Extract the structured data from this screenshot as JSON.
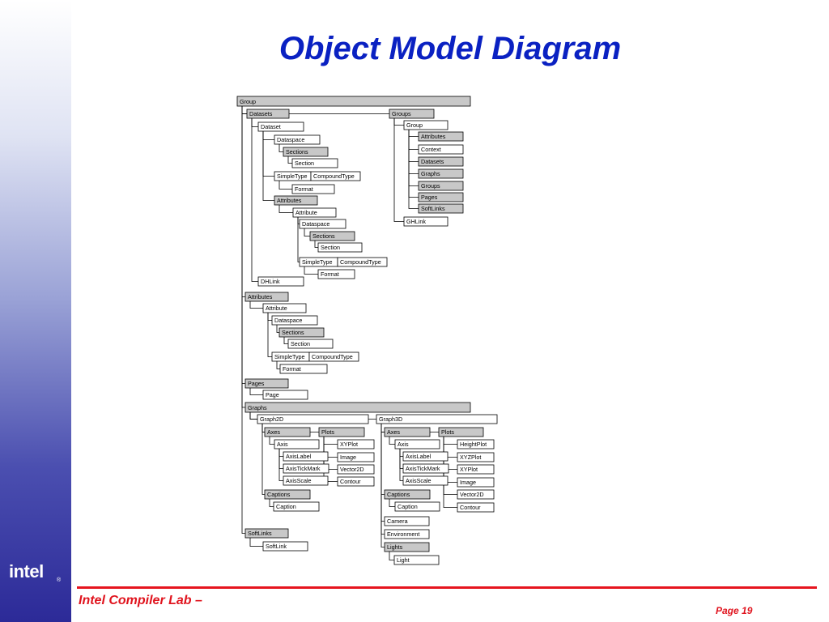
{
  "slide": {
    "title": "Object Model Diagram",
    "footer_left": "Intel Compiler Lab –",
    "footer_right": "Page 19",
    "logo": "intel",
    "logo_reg": "®"
  },
  "colors": {
    "title": "#0a21c2",
    "footer": "#e0141e",
    "group_fill": "#c8c8c8",
    "object_fill": "#ffffff"
  },
  "diagram": {
    "nodes": [
      {
        "id": "n0",
        "label": "Group",
        "kind": "group"
      },
      {
        "id": "n1",
        "label": "Datasets",
        "kind": "group"
      },
      {
        "id": "n2",
        "label": "Dataset",
        "kind": "object"
      },
      {
        "id": "n3",
        "label": "Dataspace",
        "kind": "object"
      },
      {
        "id": "n4",
        "label": "Sections",
        "kind": "group"
      },
      {
        "id": "n5",
        "label": "Section",
        "kind": "object"
      },
      {
        "id": "n6",
        "label": "SimpleType",
        "kind": "object"
      },
      {
        "id": "n7",
        "label": "CompoundType",
        "kind": "object"
      },
      {
        "id": "n8",
        "label": "Format",
        "kind": "object"
      },
      {
        "id": "n9",
        "label": "Attributes",
        "kind": "group"
      },
      {
        "id": "n10",
        "label": "Attribute",
        "kind": "object"
      },
      {
        "id": "n11",
        "label": "Dataspace",
        "kind": "object"
      },
      {
        "id": "n12",
        "label": "Sections",
        "kind": "group"
      },
      {
        "id": "n13",
        "label": "Section",
        "kind": "object"
      },
      {
        "id": "n14",
        "label": "SimpleType",
        "kind": "object"
      },
      {
        "id": "n15",
        "label": "CompoundType",
        "kind": "object"
      },
      {
        "id": "n16",
        "label": "Format",
        "kind": "object"
      },
      {
        "id": "n17",
        "label": "DHLink",
        "kind": "object"
      },
      {
        "id": "n18",
        "label": "Groups",
        "kind": "group"
      },
      {
        "id": "n19",
        "label": "Group",
        "kind": "object"
      },
      {
        "id": "n20",
        "label": "Attributes",
        "kind": "group"
      },
      {
        "id": "n21",
        "label": "Context",
        "kind": "object"
      },
      {
        "id": "n22",
        "label": "Datasets",
        "kind": "group"
      },
      {
        "id": "n23",
        "label": "Graphs",
        "kind": "group"
      },
      {
        "id": "n24",
        "label": "Groups",
        "kind": "group"
      },
      {
        "id": "n25",
        "label": "Pages",
        "kind": "group"
      },
      {
        "id": "n26",
        "label": "SoftLinks",
        "kind": "group"
      },
      {
        "id": "n27",
        "label": "GHLink",
        "kind": "object"
      },
      {
        "id": "n28",
        "label": "Attributes",
        "kind": "group"
      },
      {
        "id": "n29",
        "label": "Attribute",
        "kind": "object"
      },
      {
        "id": "n30",
        "label": "Dataspace",
        "kind": "object"
      },
      {
        "id": "n31",
        "label": "Sections",
        "kind": "group"
      },
      {
        "id": "n32",
        "label": "Section",
        "kind": "object"
      },
      {
        "id": "n33",
        "label": "SimpleType",
        "kind": "object"
      },
      {
        "id": "n34",
        "label": "CompoundType",
        "kind": "object"
      },
      {
        "id": "n35",
        "label": "Format",
        "kind": "object"
      },
      {
        "id": "n36",
        "label": "Pages",
        "kind": "group"
      },
      {
        "id": "n37",
        "label": "Page",
        "kind": "object"
      },
      {
        "id": "n38",
        "label": "Graphs",
        "kind": "group"
      },
      {
        "id": "n39",
        "label": "Graph2D",
        "kind": "object"
      },
      {
        "id": "n40",
        "label": "Axes",
        "kind": "group"
      },
      {
        "id": "n41",
        "label": "Axis",
        "kind": "object"
      },
      {
        "id": "n42",
        "label": "AxisLabel",
        "kind": "object"
      },
      {
        "id": "n43",
        "label": "AxisTickMark",
        "kind": "object"
      },
      {
        "id": "n44",
        "label": "AxisScale",
        "kind": "object"
      },
      {
        "id": "n45",
        "label": "Plots",
        "kind": "group"
      },
      {
        "id": "n46",
        "label": "XYPlot",
        "kind": "object"
      },
      {
        "id": "n47",
        "label": "Image",
        "kind": "object"
      },
      {
        "id": "n48",
        "label": "Vector2D",
        "kind": "object"
      },
      {
        "id": "n49",
        "label": "Contour",
        "kind": "object"
      },
      {
        "id": "n50",
        "label": "Captions",
        "kind": "group"
      },
      {
        "id": "n51",
        "label": "Caption",
        "kind": "object"
      },
      {
        "id": "n52",
        "label": "Graph3D",
        "kind": "object"
      },
      {
        "id": "n53",
        "label": "Axes",
        "kind": "group"
      },
      {
        "id": "n54",
        "label": "Axis",
        "kind": "object"
      },
      {
        "id": "n55",
        "label": "AxisLabel",
        "kind": "object"
      },
      {
        "id": "n56",
        "label": "AxisTickMark",
        "kind": "object"
      },
      {
        "id": "n57",
        "label": "AxisScale",
        "kind": "object"
      },
      {
        "id": "n58",
        "label": "Plots",
        "kind": "group"
      },
      {
        "id": "n59",
        "label": "HeightPlot",
        "kind": "object"
      },
      {
        "id": "n60",
        "label": "XYZPlot",
        "kind": "object"
      },
      {
        "id": "n61",
        "label": "XYPlot",
        "kind": "object"
      },
      {
        "id": "n62",
        "label": "Image",
        "kind": "object"
      },
      {
        "id": "n63",
        "label": "Vector2D",
        "kind": "object"
      },
      {
        "id": "n64",
        "label": "Contour",
        "kind": "object"
      },
      {
        "id": "n65",
        "label": "Captions",
        "kind": "group"
      },
      {
        "id": "n66",
        "label": "Caption",
        "kind": "object"
      },
      {
        "id": "n67",
        "label": "Camera",
        "kind": "object"
      },
      {
        "id": "n68",
        "label": "Environment",
        "kind": "object"
      },
      {
        "id": "n69",
        "label": "Lights",
        "kind": "group"
      },
      {
        "id": "n70",
        "label": "Light",
        "kind": "object"
      },
      {
        "id": "n71",
        "label": "SoftLinks",
        "kind": "group"
      },
      {
        "id": "n72",
        "label": "SoftLink",
        "kind": "object"
      }
    ],
    "edges": [
      [
        "n0",
        "n1"
      ],
      [
        "n1",
        "n2"
      ],
      [
        "n2",
        "n3"
      ],
      [
        "n3",
        "n4"
      ],
      [
        "n4",
        "n5"
      ],
      [
        "n2",
        "n6"
      ],
      [
        "n6",
        "n8"
      ],
      [
        "n2",
        "n9"
      ],
      [
        "n9",
        "n10"
      ],
      [
        "n10",
        "n11"
      ],
      [
        "n11",
        "n12"
      ],
      [
        "n12",
        "n13"
      ],
      [
        "n10",
        "n14"
      ],
      [
        "n14",
        "n16"
      ],
      [
        "n1",
        "n17"
      ],
      [
        "n0",
        "n18"
      ],
      [
        "n18",
        "n19"
      ],
      [
        "n19",
        "n20"
      ],
      [
        "n19",
        "n21"
      ],
      [
        "n19",
        "n22"
      ],
      [
        "n19",
        "n23"
      ],
      [
        "n19",
        "n24"
      ],
      [
        "n19",
        "n25"
      ],
      [
        "n19",
        "n26"
      ],
      [
        "n18",
        "n27"
      ],
      [
        "n0",
        "n28"
      ],
      [
        "n28",
        "n29"
      ],
      [
        "n29",
        "n30"
      ],
      [
        "n30",
        "n31"
      ],
      [
        "n31",
        "n32"
      ],
      [
        "n29",
        "n33"
      ],
      [
        "n33",
        "n35"
      ],
      [
        "n0",
        "n36"
      ],
      [
        "n36",
        "n37"
      ],
      [
        "n0",
        "n38"
      ],
      [
        "n38",
        "n39"
      ],
      [
        "n39",
        "n40"
      ],
      [
        "n40",
        "n41"
      ],
      [
        "n41",
        "n42"
      ],
      [
        "n41",
        "n43"
      ],
      [
        "n41",
        "n44"
      ],
      [
        "n39",
        "n45"
      ],
      [
        "n45",
        "n46"
      ],
      [
        "n45",
        "n47"
      ],
      [
        "n45",
        "n48"
      ],
      [
        "n45",
        "n49"
      ],
      [
        "n39",
        "n50"
      ],
      [
        "n50",
        "n51"
      ],
      [
        "n38",
        "n52"
      ],
      [
        "n52",
        "n53"
      ],
      [
        "n53",
        "n54"
      ],
      [
        "n54",
        "n55"
      ],
      [
        "n54",
        "n56"
      ],
      [
        "n54",
        "n57"
      ],
      [
        "n52",
        "n58"
      ],
      [
        "n58",
        "n59"
      ],
      [
        "n58",
        "n60"
      ],
      [
        "n58",
        "n61"
      ],
      [
        "n58",
        "n62"
      ],
      [
        "n58",
        "n63"
      ],
      [
        "n58",
        "n64"
      ],
      [
        "n52",
        "n65"
      ],
      [
        "n65",
        "n66"
      ],
      [
        "n52",
        "n67"
      ],
      [
        "n52",
        "n68"
      ],
      [
        "n52",
        "n69"
      ],
      [
        "n69",
        "n70"
      ],
      [
        "n0",
        "n71"
      ],
      [
        "n71",
        "n72"
      ]
    ]
  }
}
